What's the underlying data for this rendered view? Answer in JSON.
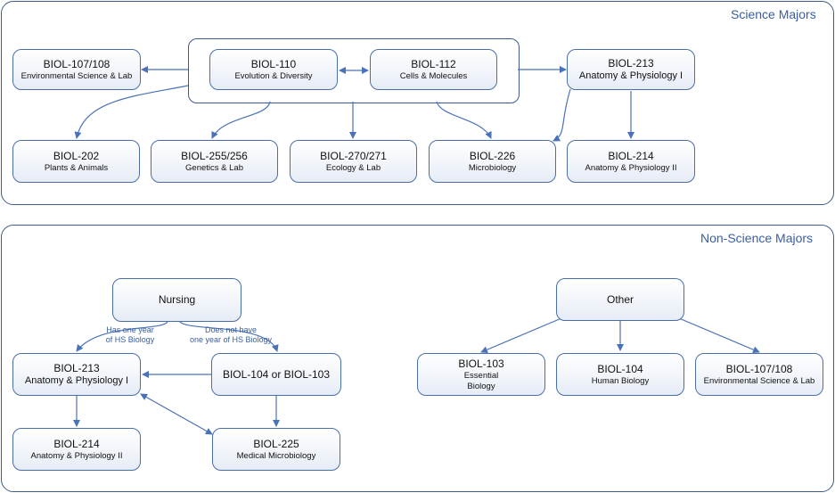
{
  "panels": {
    "science_title": "Science Majors",
    "nonscience_title": "Non-Science Majors"
  },
  "science": {
    "biol107": {
      "code": "BIOL-107/108",
      "desc": "Environmental Science & Lab"
    },
    "biol110": {
      "code": "BIOL-110",
      "desc": "Evolution & Diversity"
    },
    "biol112": {
      "code": "BIOL-112",
      "desc": "Cells & Molecules"
    },
    "biol213": {
      "code": "BIOL-213",
      "desc": "Anatomy & Physiology I"
    },
    "biol202": {
      "code": "BIOL-202",
      "desc": "Plants & Animals"
    },
    "biol255": {
      "code": "BIOL-255/256",
      "desc": "Genetics & Lab"
    },
    "biol270": {
      "code": "BIOL-270/271",
      "desc": "Ecology & Lab"
    },
    "biol226": {
      "code": "BIOL-226",
      "desc": "Microbiology"
    },
    "biol214": {
      "code": "BIOL-214",
      "desc": "Anatomy & Physiology II"
    }
  },
  "nonscience": {
    "nursing": {
      "label": "Nursing"
    },
    "biol213": {
      "code": "BIOL-213",
      "desc": "Anatomy & Physiology I"
    },
    "biol104or103": {
      "code": "BIOL-104 or BIOL-103"
    },
    "biol214": {
      "code": "BIOL-214",
      "desc": "Anatomy & Physiology II"
    },
    "biol225": {
      "code": "BIOL-225",
      "desc": "Medical Microbiology"
    },
    "other": {
      "label": "Other"
    },
    "biol103": {
      "code": "BIOL-103",
      "desc_line1": "Essential",
      "desc_line2": "Biology"
    },
    "biol104": {
      "code": "BIOL-104",
      "desc": "Human Biology"
    },
    "biol107": {
      "code": "BIOL-107/108",
      "desc": "Environmental Science & Lab"
    }
  },
  "edge_labels": {
    "has_hs_line1": "Has one year",
    "has_hs_line2": "of HS Biology",
    "no_hs_line1": "Does not have",
    "no_hs_line2": "one year of HS Biology"
  },
  "colors": {
    "node_border": "#4a6fa8",
    "edge": "#4a72b8",
    "title": "#3a5ea0"
  }
}
